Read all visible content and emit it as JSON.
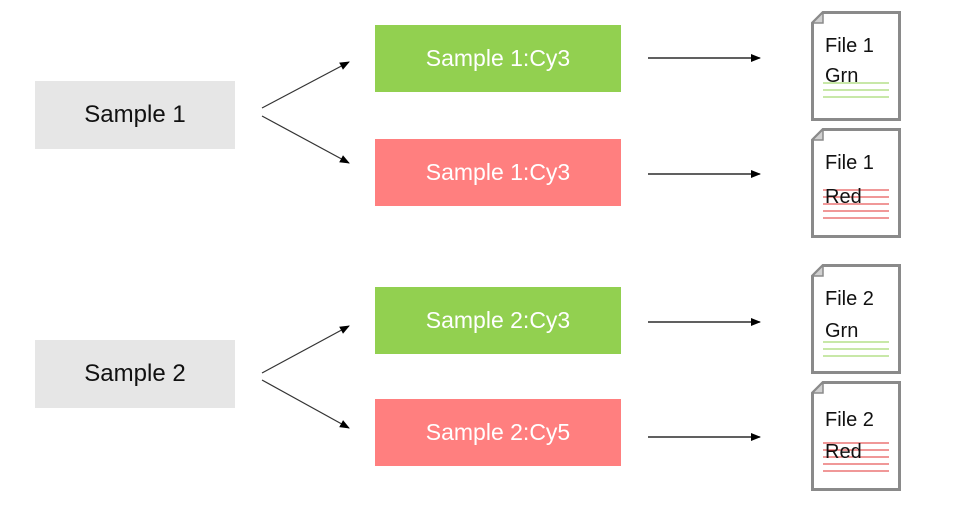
{
  "samples": [
    {
      "label": "Sample 1"
    },
    {
      "label": "Sample 2"
    }
  ],
  "channels": [
    {
      "label": "Sample 1:Cy3",
      "color": "#92d050"
    },
    {
      "label": "Sample 1:Cy3",
      "color": "#ff7f7f"
    },
    {
      "label": "Sample 2:Cy3",
      "color": "#92d050"
    },
    {
      "label": "Sample 2:Cy5",
      "color": "#ff7f7f"
    }
  ],
  "files": [
    {
      "title": "File 1",
      "tag": "Grn",
      "line_color": "#92d050"
    },
    {
      "title": "File 1",
      "tag": "Red",
      "line_color": "#e03030"
    },
    {
      "title": "File 2",
      "tag": "Grn",
      "line_color": "#92d050"
    },
    {
      "title": "File 2",
      "tag": "Red",
      "line_color": "#e03030"
    }
  ]
}
